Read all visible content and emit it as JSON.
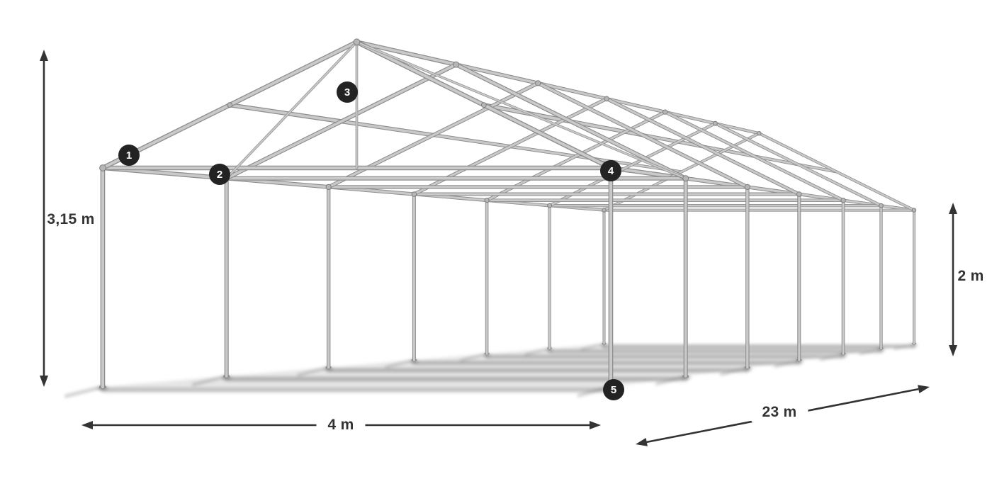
{
  "structure": {
    "width_m": 4,
    "length_m": 23,
    "eave_height_m": 2,
    "ridge_height_m": 3.15,
    "bays": 6
  },
  "dimensions": {
    "ridge_height": {
      "label": "3,15 m"
    },
    "side_height": {
      "label": "2 m"
    },
    "width": {
      "label": "4 m"
    },
    "length": {
      "label": "23 m"
    }
  },
  "badges": [
    {
      "number": "1"
    },
    {
      "number": "2"
    },
    {
      "number": "3"
    },
    {
      "number": "4"
    },
    {
      "number": "5"
    }
  ],
  "colors": {
    "frame_light": "#c9c9c9",
    "frame_dark": "#8d8d8d",
    "joint_fill": "#b6b6b6",
    "joint_edge": "#7d7d7d",
    "badge_background": "#232323",
    "badge_text": "#ffffff",
    "dimension_ink": "#333333",
    "shadow": "#333333",
    "background": "#ffffff"
  }
}
